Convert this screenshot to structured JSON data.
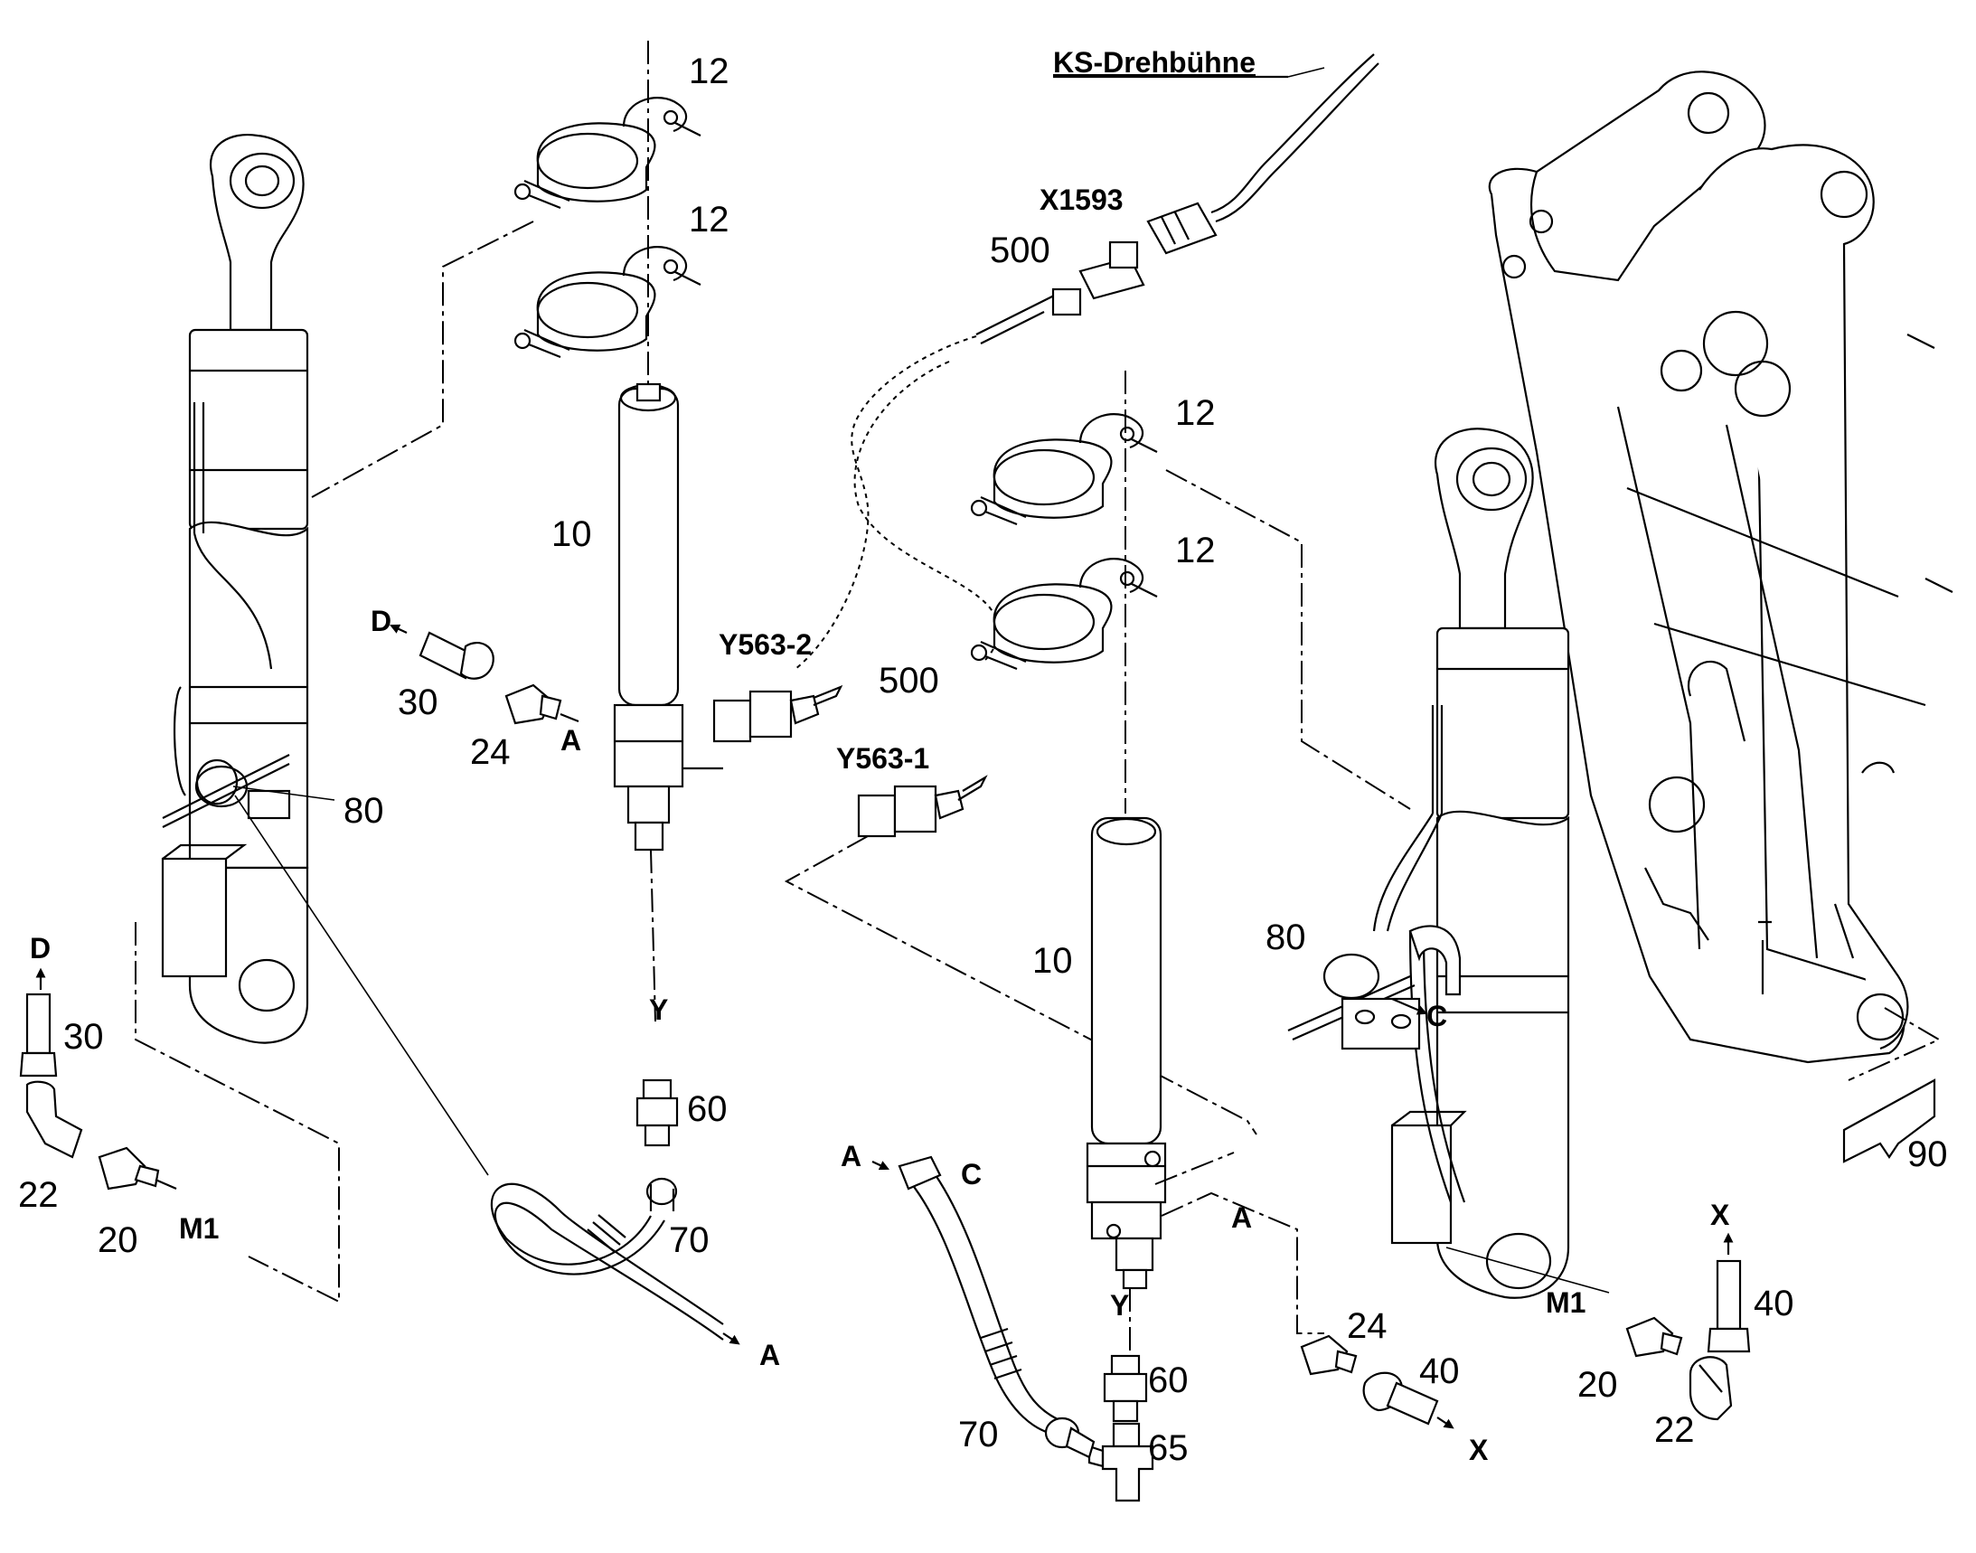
{
  "title": "KS-Drehbühne",
  "callouts": {
    "c12a": "12",
    "c12b": "12",
    "c12c": "12",
    "c12d": "12",
    "c10a": "10",
    "c10b": "10",
    "c500a": "500",
    "c500b": "500",
    "c30a": "30",
    "c30b": "30",
    "c24a": "24",
    "c24b": "24",
    "c80a": "80",
    "c80b": "80",
    "c60a": "60",
    "c60b": "60",
    "c70a": "70",
    "c70b": "70",
    "c65": "65",
    "c22a": "22",
    "c22b": "22",
    "c20a": "20",
    "c20b": "20",
    "c40a": "40",
    "c40b": "40",
    "c90": "90"
  },
  "connectors": {
    "x1593": "X1593",
    "y563_2": "Y563-2",
    "y563_1": "Y563-1"
  },
  "ports": {
    "D1": "D",
    "D2": "D",
    "A1": "A",
    "A2": "A",
    "A3": "A",
    "A4": "A",
    "Y1": "Y",
    "Y2": "Y",
    "C1": "C",
    "C2": "C",
    "X1": "X",
    "X2": "X",
    "M1a": "M1",
    "M1b": "M1"
  }
}
